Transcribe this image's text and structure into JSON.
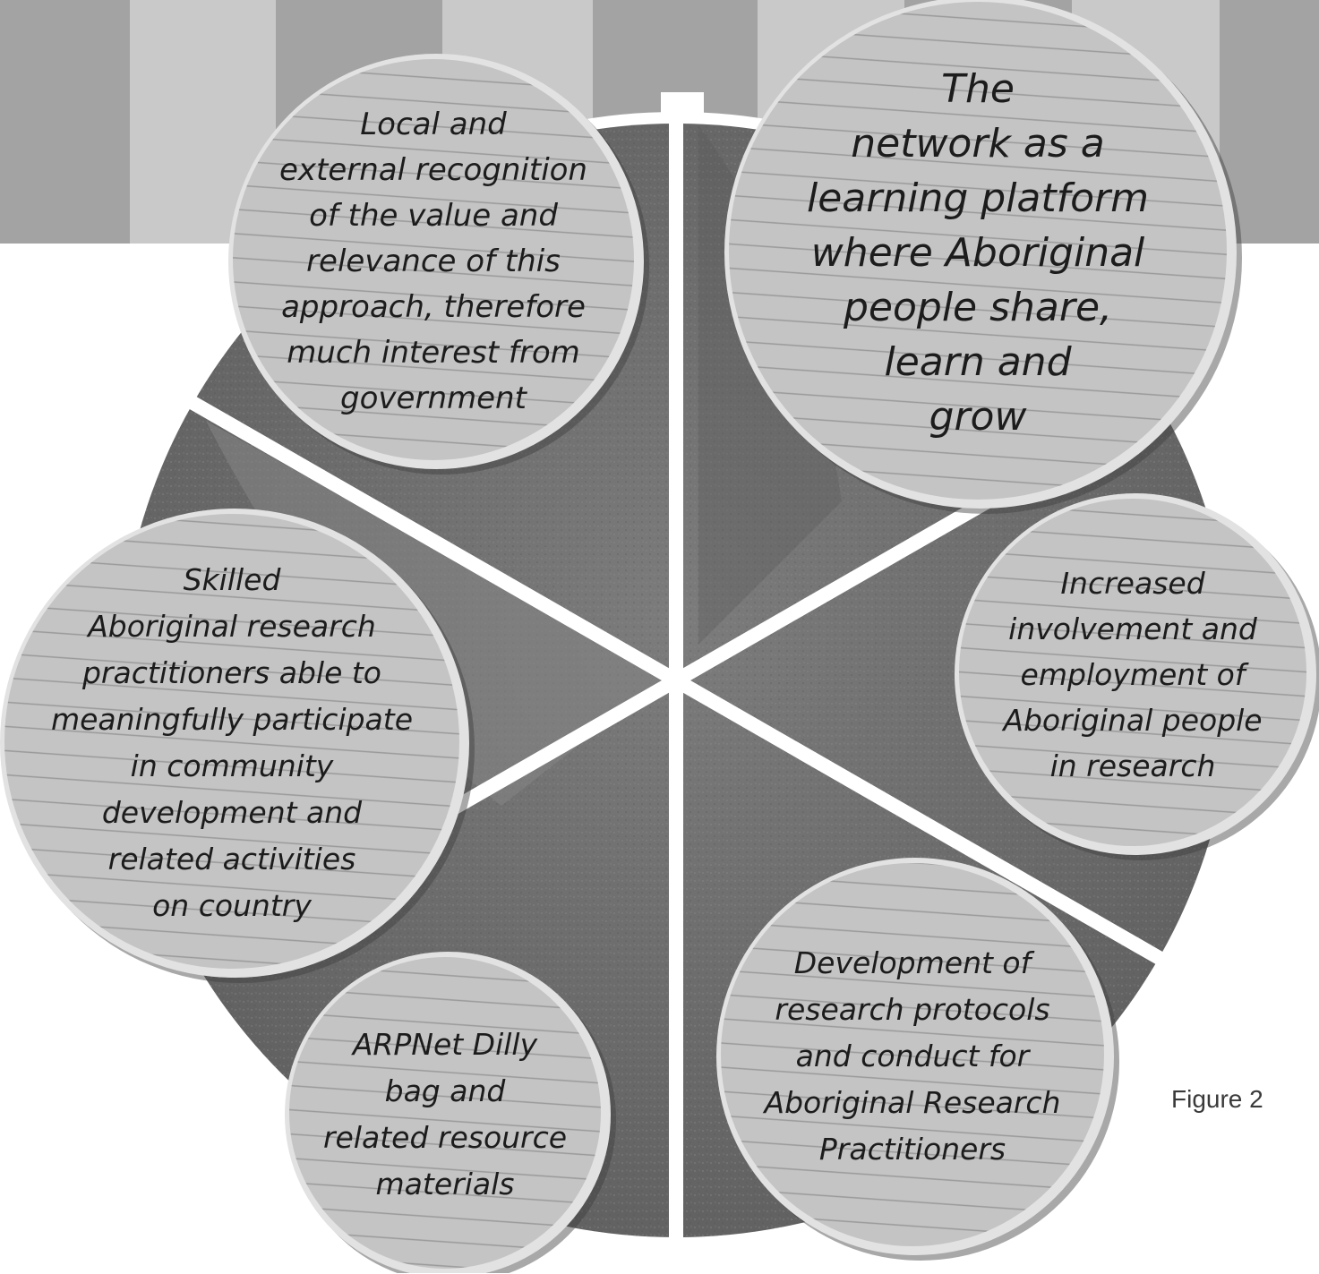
{
  "figure": {
    "label": "Figure 2",
    "colors": {
      "stripe_dark": "#a3a3a3",
      "stripe_light": "#c9c9c9",
      "wheel": "#6e6e6e",
      "wheel_light": "#7e7e7e",
      "divider": "#ffffff",
      "bubble_fill": "#c4c4c4",
      "bubble_rim": "#e2e2e2",
      "ruled_line": "#9a9a9a",
      "text": "#1c1c1c"
    },
    "bubbles": [
      {
        "id": "recognition",
        "text": "Local and external recognition of the value and relevance of this approach, therefore much interest from government",
        "lines": [
          "Local and",
          "external recognition",
          "of the value and",
          "relevance of this",
          "approach, therefore",
          "much interest from",
          "government"
        ]
      },
      {
        "id": "learning-platform",
        "text": "The network as a learning platform where Aboriginal people share, learn and grow",
        "lines": [
          "The",
          "network as a",
          "learning platform",
          "where Aboriginal",
          "people share,",
          "learn and",
          "grow"
        ]
      },
      {
        "id": "involvement",
        "text": "Increased involvement and employment of Aboriginal people in research",
        "lines": [
          "Increased",
          "involvement and",
          "employment of",
          "Aboriginal people",
          "in research"
        ]
      },
      {
        "id": "protocols",
        "text": "Development of research protocols and conduct for Aboriginal Research Practitioners",
        "lines": [
          "Development of",
          "research protocols",
          "and conduct for",
          "Aboriginal Research",
          "Practitioners"
        ]
      },
      {
        "id": "dilly-bag",
        "text": "ARPNet Dilly bag and related resource materials",
        "lines": [
          "ARPNet Dilly",
          "bag and",
          "related resource",
          "materials"
        ]
      },
      {
        "id": "skilled-practitioners",
        "text": "Skilled Aboriginal research practitioners able to meaningfully participate in community development and related activities on country",
        "lines": [
          "Skilled",
          "Aboriginal research",
          "practitioners able to",
          "meaningfully participate",
          "in community",
          "development and",
          "related activities",
          "on country"
        ]
      }
    ]
  }
}
